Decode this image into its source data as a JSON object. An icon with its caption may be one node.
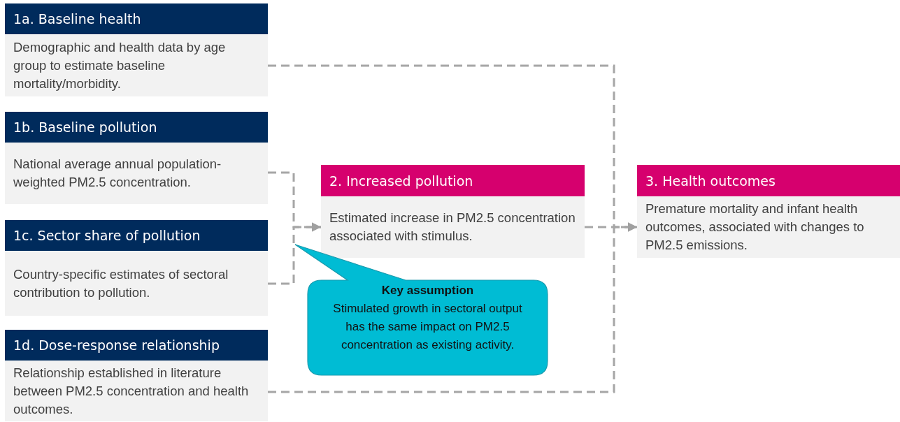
{
  "diagram": {
    "nodes": [
      {
        "text": [
          "1a. Baseline health",
          "Demographic and health data by age group to estimate baseline mortality/morbidity."
        ]
      },
      {
        "text": [
          "1b. Baseline pollution",
          "National average annual population-weighted PM2.5 concentration."
        ]
      },
      {
        "text": [
          "1c. Sector share of pollution",
          "Country-specific estimates of sectoral contribution to pollution."
        ]
      },
      {
        "text": [
          "1d. Dose-response relationship",
          "Relationship established in literature between PM2.5 concentration and health outcomes."
        ]
      },
      {
        "text": [
          "2. Increased pollution",
          "Estimated increase in PM2.5 concentration associated with stimulus."
        ]
      },
      {
        "text": [
          "3. Health outcomes",
          "Premature mortality and infant health outcomes, associated with changes to PM2.5 emissions."
        ]
      },
      {
        "text": [
          "Key assumption",
          "Stimulated growth in sectoral output has the same impact on PM2.5 concentration as existing activity."
        ]
      }
    ],
    "edges": [
      {
        "from": 0,
        "to": 5,
        "arrow": "to",
        "style": "dashed"
      },
      {
        "from": 1,
        "to": 4,
        "arrow": "to",
        "style": "dashed"
      },
      {
        "from": 2,
        "to": 4,
        "arrow": "to",
        "style": "dashed"
      },
      {
        "from": 3,
        "to": 5,
        "arrow": "to",
        "style": "dashed"
      },
      {
        "from": 4,
        "to": 5,
        "arrow": "to",
        "style": "dashed"
      }
    ]
  }
}
